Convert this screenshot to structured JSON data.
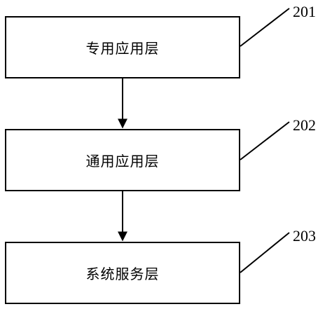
{
  "layers": [
    {
      "label": "专用应用层",
      "ref": "201"
    },
    {
      "label": "通用应用层",
      "ref": "202"
    },
    {
      "label": "系统服务层",
      "ref": "203"
    }
  ],
  "colors": {
    "stroke": "#000000",
    "background": "#ffffff"
  }
}
